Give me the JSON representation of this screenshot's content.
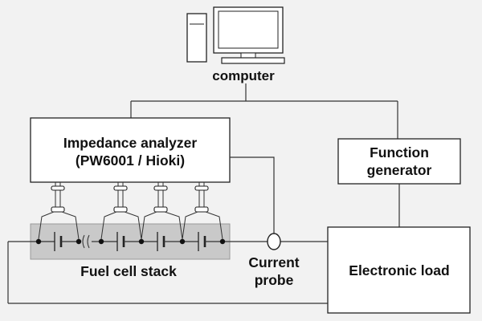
{
  "computer": {
    "label": "computer",
    "icon": "desktop-computer-icon"
  },
  "impedance_analyzer": {
    "line1": "Impedance analyzer",
    "line2": "(PW6001 / Hioki)"
  },
  "function_generator": {
    "line1": "Function",
    "line2": "generator"
  },
  "electronic_load": {
    "label": "Electronic load"
  },
  "fuel_cell_stack": {
    "label": "Fuel cell stack",
    "fill_color": "#c9c9c9"
  },
  "current_probe": {
    "line1": "Current",
    "line2": "probe"
  },
  "colors": {
    "background": "#f2f2f2",
    "box_fill": "#ffffff",
    "line": "#333333"
  }
}
